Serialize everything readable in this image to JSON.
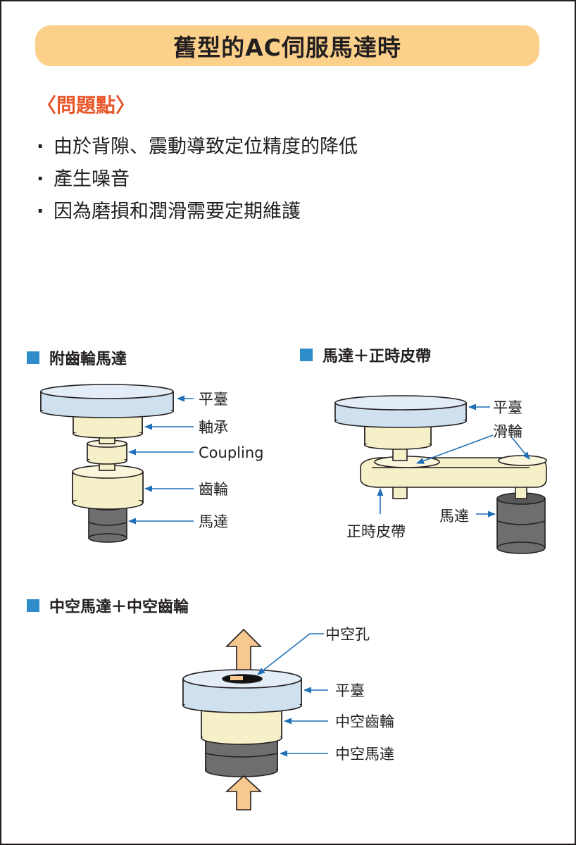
{
  "title": "舊型的AC伺服馬達時",
  "problems": {
    "heading": "〈問題點〉",
    "items": [
      "由於背隙、震動導致定位精度的降低",
      "產生噪音",
      "因為磨損和潤滑需要定期維護"
    ]
  },
  "diagrams": {
    "gear": {
      "title": "附齒輪馬達",
      "labels": [
        "平臺",
        "軸承",
        "Coupling",
        "齒輪",
        "馬達"
      ]
    },
    "belt": {
      "title": "馬達＋正時皮帶",
      "labels": [
        "平臺",
        "滑輪",
        "正時皮帶",
        "馬達"
      ]
    },
    "hollow": {
      "title": "中空馬達＋中空齒輪",
      "labels": [
        "中空孔",
        "平臺",
        "中空齒輪",
        "中空馬達"
      ]
    }
  },
  "colors": {
    "title_bg": "#fbd08b",
    "heading": "#e8562a",
    "square": "#2f8ccb",
    "arrow": "#1f6fb5",
    "table": "#cfe0ef",
    "bearing": "#f5f0c8",
    "motor": "#6d6e70",
    "lift_arrow": "#f7c98e"
  }
}
